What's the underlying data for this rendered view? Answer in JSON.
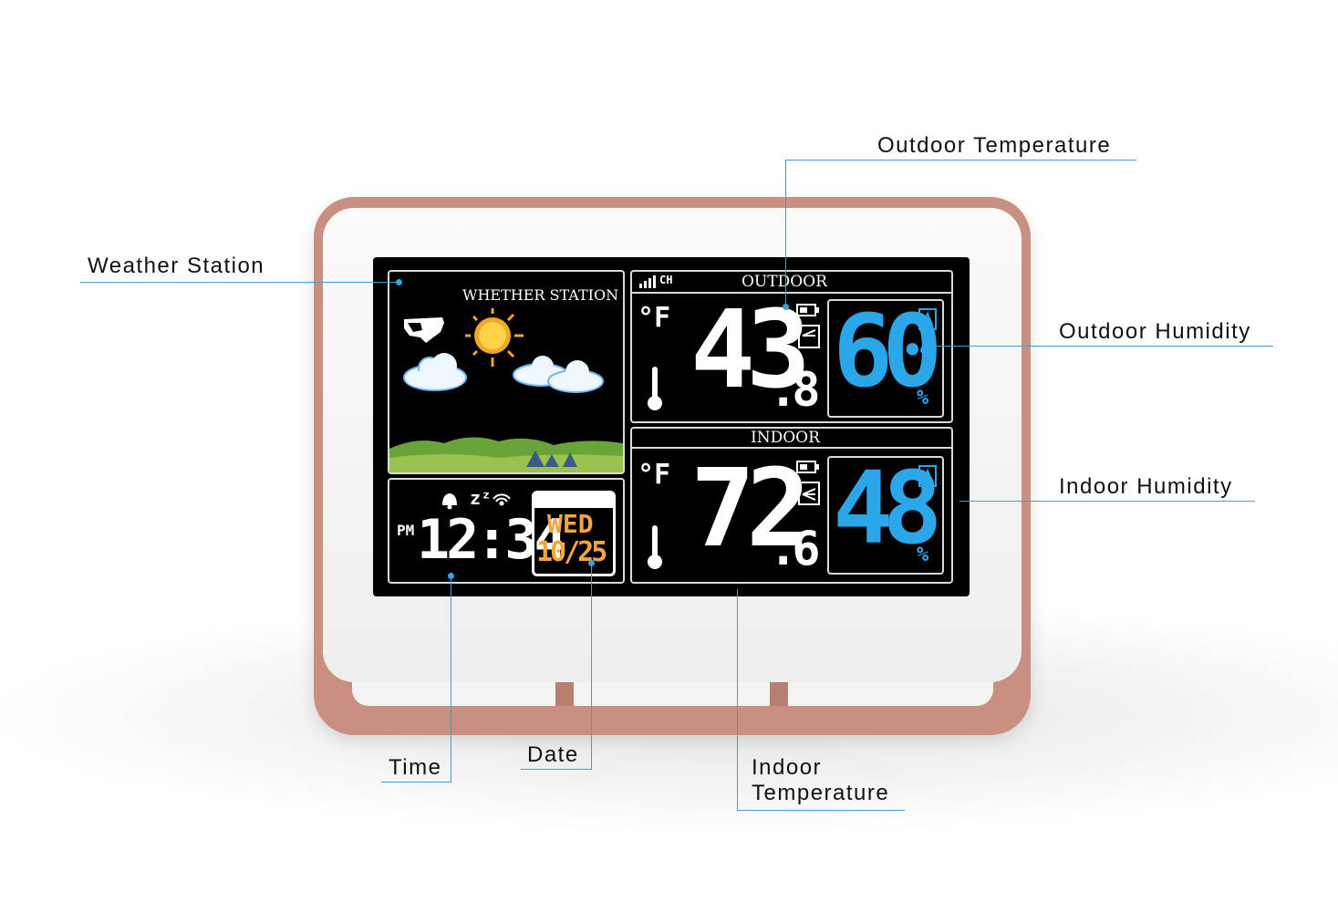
{
  "callouts": {
    "weather_station": "Weather Station",
    "outdoor_temperature": "Outdoor Temperature",
    "outdoor_humidity": "Outdoor Humidity",
    "indoor_humidity": "Indoor Humidity",
    "time": "Time",
    "date": "Date",
    "indoor_temperature": "Indoor\nTemperature"
  },
  "display": {
    "forecast_title": "WHETHER STATION",
    "outdoor_label": "OUTDOOR",
    "indoor_label": "INDOOR",
    "channel_label": "CH",
    "temp_unit": "°F",
    "outdoor_temp_whole": "43",
    "outdoor_temp_tenth": ".8",
    "outdoor_humidity": "60",
    "indoor_temp_whole": "72",
    "indoor_temp_tenth": ".6",
    "indoor_humidity": "48",
    "percent": "%",
    "ampm": "PM",
    "time": "12:34",
    "weekday": "WED",
    "date": "10/25",
    "snooze": "zᶻ"
  },
  "colors": {
    "frame": "#c98f80",
    "humidity": "#2ba6e8",
    "date": "#f5a53a",
    "callout_line": "#3aa0d6"
  }
}
